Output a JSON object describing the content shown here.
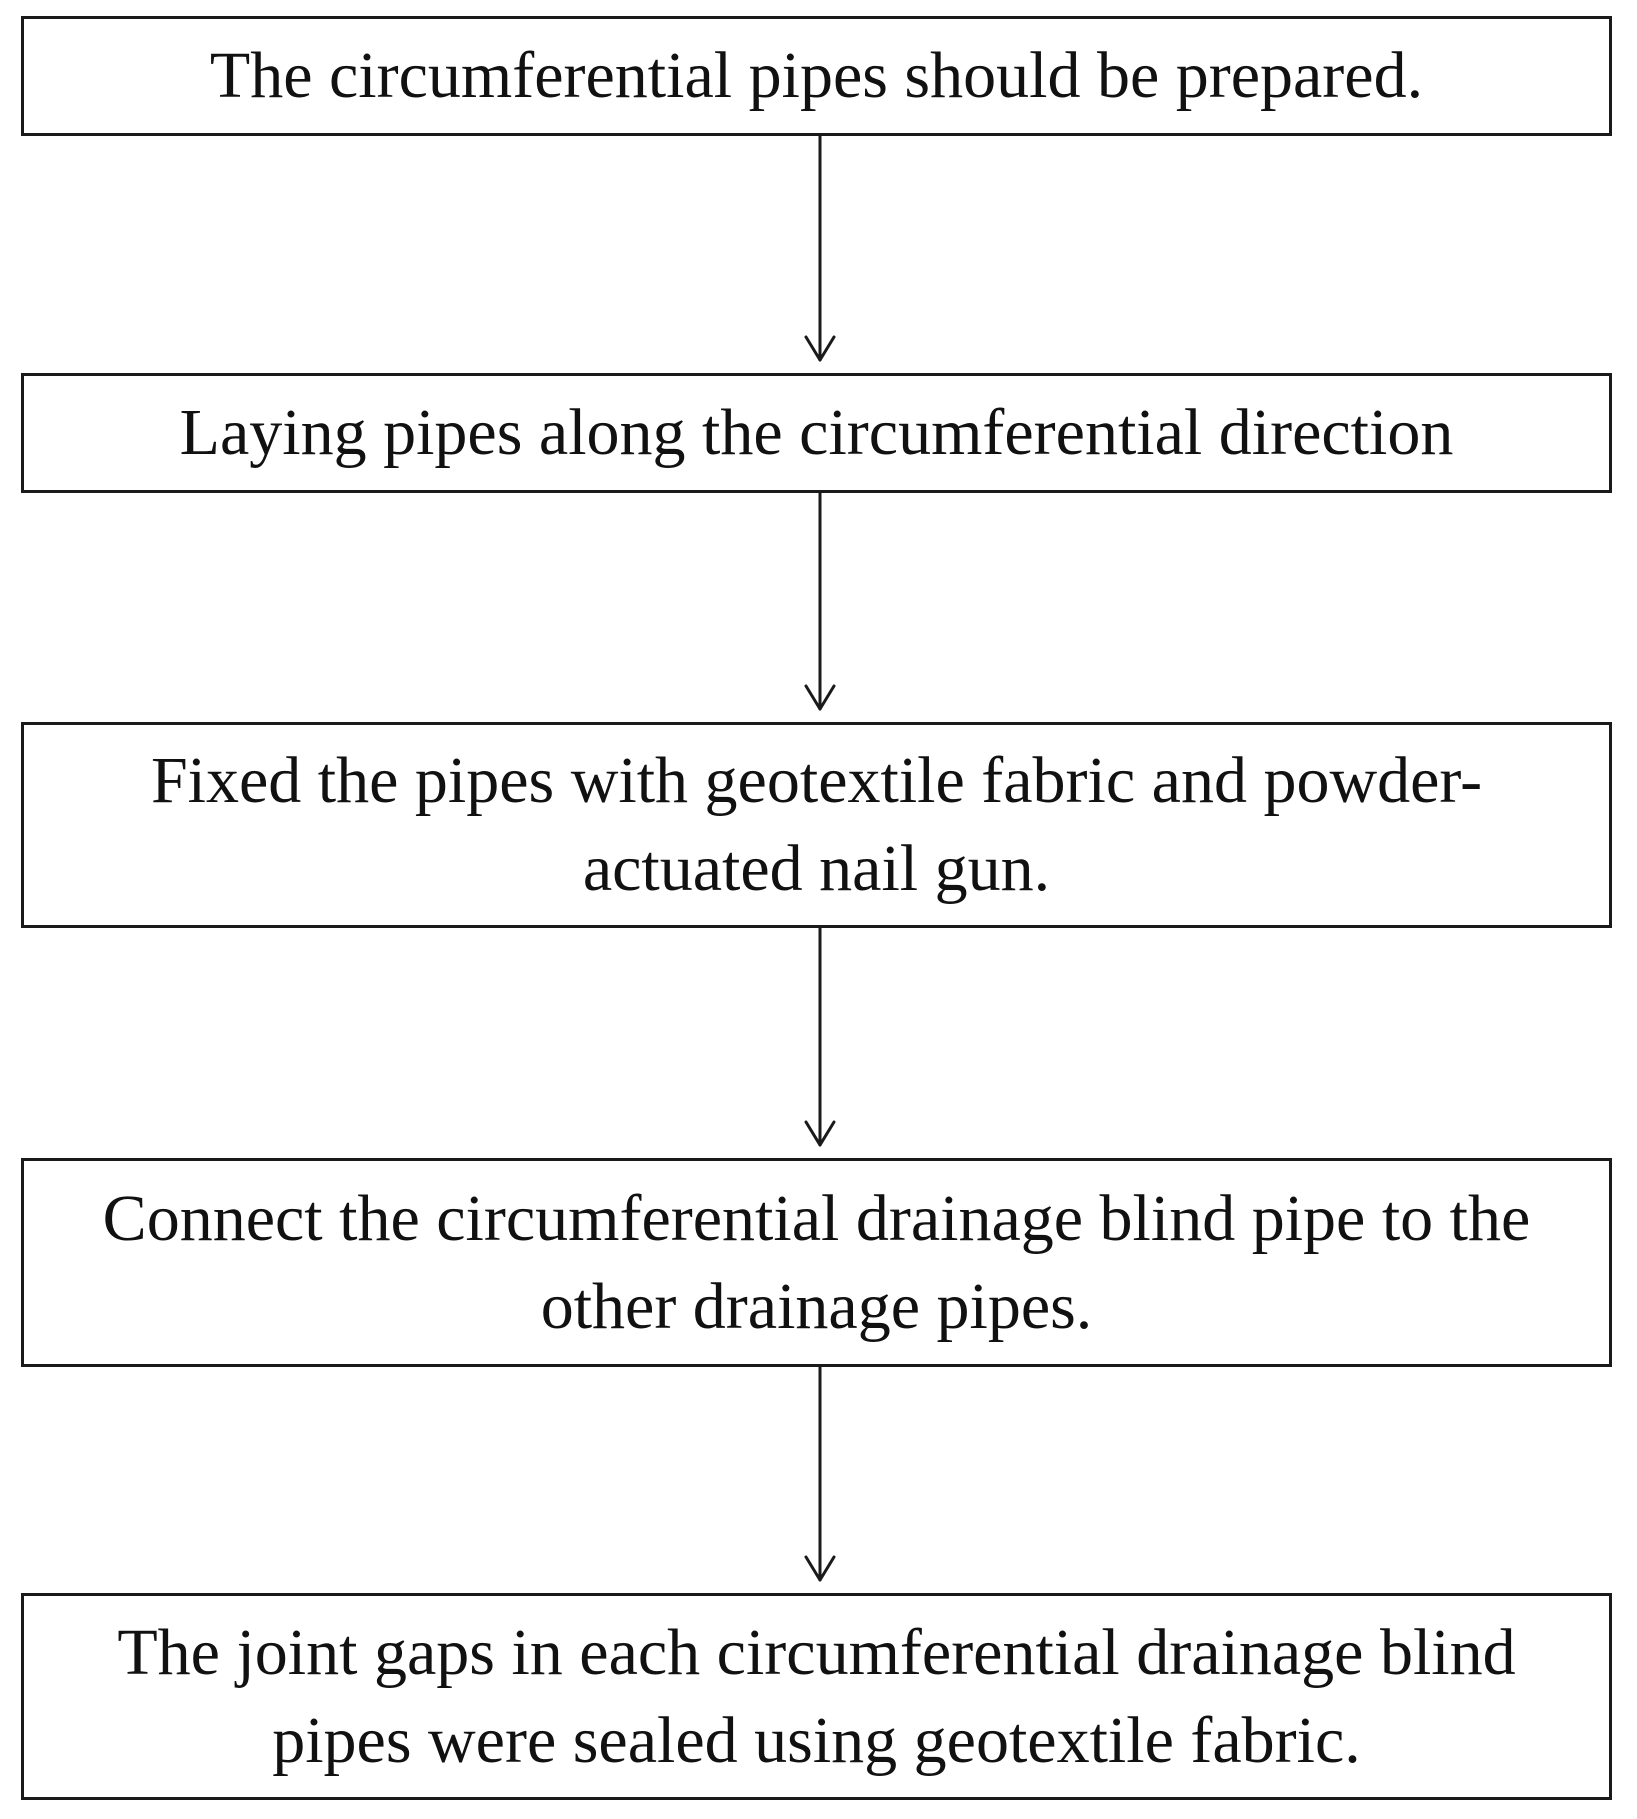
{
  "flowchart": {
    "steps": [
      {
        "text": "The circumferential pipes should be prepared."
      },
      {
        "text": "Laying pipes along the circumferential direction"
      },
      {
        "text": "Fixed the pipes with geotextile fabric and powder-actuated nail gun."
      },
      {
        "text": "Connect the circumferential drainage blind pipe to the other drainage pipes."
      },
      {
        "text": "The joint gaps in each circumferential drainage blind pipes were sealed using geotextile fabric."
      }
    ],
    "line_color": "#1a1a1a"
  }
}
